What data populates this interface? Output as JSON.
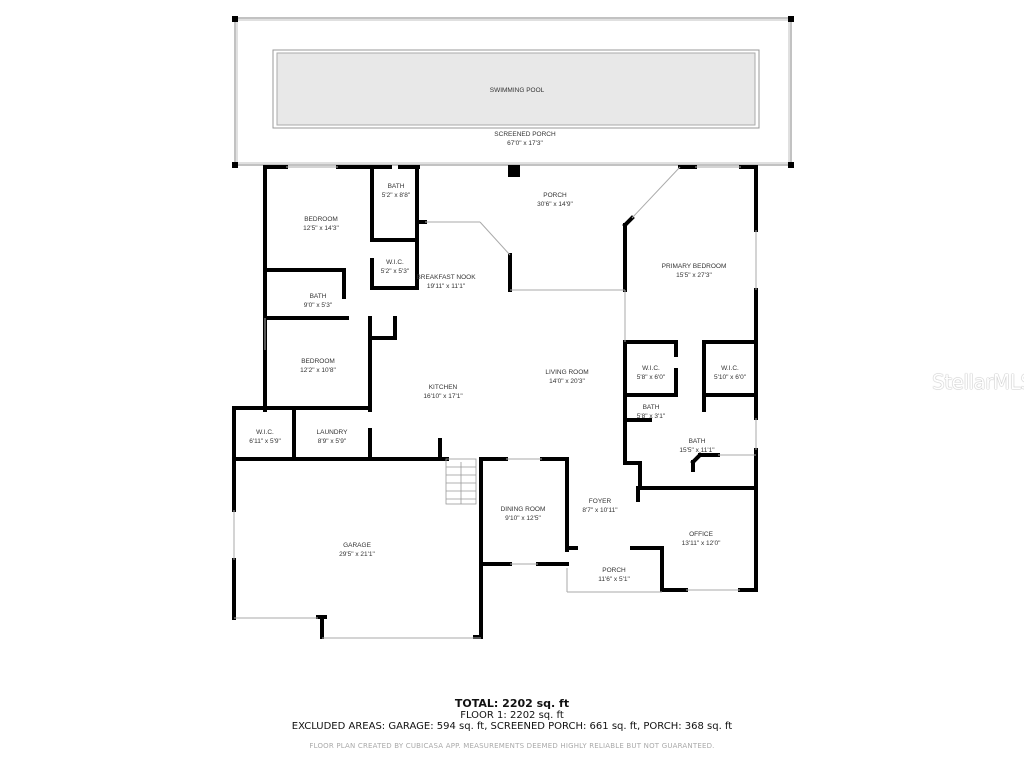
{
  "pool": {
    "name": "SWIMMING POOL"
  },
  "rooms": [
    {
      "id": "screened-porch",
      "name": "SCREENED PORCH",
      "dims": "67'0\" x 17'3\""
    },
    {
      "id": "bath-1",
      "name": "BATH",
      "dims": "5'2\" x 8'8\""
    },
    {
      "id": "bedroom-1",
      "name": "BEDROOM",
      "dims": "12'5\" x 14'3\""
    },
    {
      "id": "porch-rear",
      "name": "PORCH",
      "dims": "30'6\" x 14'9\""
    },
    {
      "id": "primary-bedroom",
      "name": "PRIMARY BEDROOM",
      "dims": "15'5\" x 27'3\""
    },
    {
      "id": "wic-1",
      "name": "W.I.C.",
      "dims": "5'2\" x 5'3\""
    },
    {
      "id": "breakfast-nook",
      "name": "BREAKFAST NOOK",
      "dims": "19'11\" x 11'1\""
    },
    {
      "id": "bath-2",
      "name": "BATH",
      "dims": "9'0\" x 5'3\""
    },
    {
      "id": "bedroom-2",
      "name": "BEDROOM",
      "dims": "12'2\" x 10'8\""
    },
    {
      "id": "kitchen",
      "name": "KITCHEN",
      "dims": "16'10\" x 17'1\""
    },
    {
      "id": "living-room",
      "name": "LIVING ROOM",
      "dims": "14'0\" x 20'3\""
    },
    {
      "id": "wic-2",
      "name": "W.I.C.",
      "dims": "5'8\" x 6'0\""
    },
    {
      "id": "wic-3",
      "name": "W.I.C.",
      "dims": "5'10\" x 6'0\""
    },
    {
      "id": "bath-3",
      "name": "BATH",
      "dims": "5'8\" x 3'1\""
    },
    {
      "id": "bath-4",
      "name": "BATH",
      "dims": "15'5\" x 11'1\""
    },
    {
      "id": "wic-4",
      "name": "W.I.C.",
      "dims": "6'11\" x 5'9\""
    },
    {
      "id": "laundry",
      "name": "LAUNDRY",
      "dims": "8'9\" x 5'9\""
    },
    {
      "id": "garage",
      "name": "GARAGE",
      "dims": "29'5\" x 21'1\""
    },
    {
      "id": "dining-room",
      "name": "DINING ROOM",
      "dims": "9'10\" x 12'5\""
    },
    {
      "id": "foyer",
      "name": "FOYER",
      "dims": "8'7\" x 10'11\""
    },
    {
      "id": "office",
      "name": "OFFICE",
      "dims": "13'11\" x 12'0\""
    },
    {
      "id": "porch-front",
      "name": "PORCH",
      "dims": "11'6\" x 5'1\""
    }
  ],
  "summary": {
    "total": "TOTAL: 2202 sq. ft",
    "floor1": "FLOOR 1: 2202 sq. ft",
    "excluded": "EXCLUDED AREAS: GARAGE: 594 sq. ft, SCREENED PORCH: 661 sq. ft, PORCH: 368 sq. ft",
    "disclaimer": "FLOOR PLAN CREATED BY CUBICASA APP. MEASUREMENTS DEEMED HIGHLY RELIABLE BUT NOT GUARANTEED."
  },
  "watermark": "StellarMLS",
  "colors": {
    "wall": "#000000",
    "pool_fill": "#e8e8e8",
    "window": "#bbbbbb"
  }
}
